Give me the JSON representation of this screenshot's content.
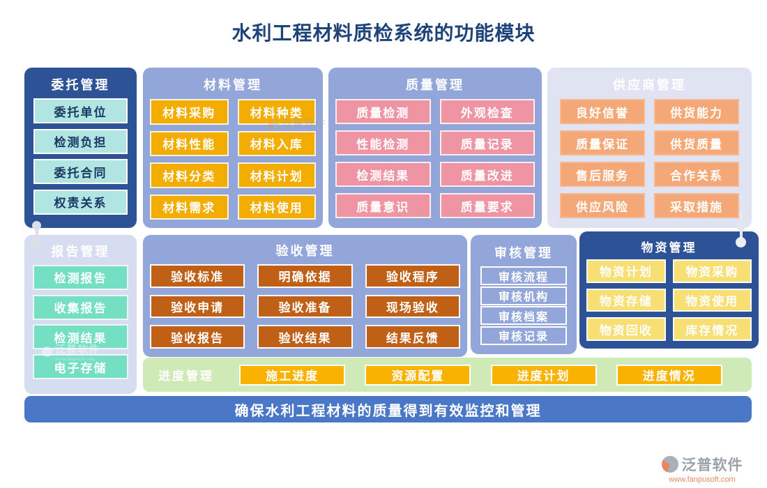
{
  "title": "水利工程材料质检系统的功能模块",
  "banner": "确保水利工程材料的质量得到有效监控和管理",
  "brand": {
    "name": "泛普软件",
    "url": "www.fanpusoft.com",
    "logo_icon": "swoosh-disc-icon"
  },
  "colors": {
    "title_text": "#1d4379",
    "dark_blue_panel": "#2d5295",
    "periwinkle_panel": "#92a6da",
    "lavender_panel": "#dfe3f2",
    "mint_button": "#b0e5e1",
    "yellow_button": "#f2ad00",
    "pink_button": "#ee94a2",
    "orange_button": "#f5a877",
    "teal_button": "#74dfc3",
    "rust_button": "#c05f16",
    "light_yellow_button": "#f7df74",
    "green_strip": "#cfe9b7",
    "banner_blue": "#4a78c7"
  },
  "panels": {
    "weituo": {
      "title": "委托管理",
      "items": [
        "委托单位",
        "检测负担",
        "委托合同",
        "权责关系"
      ]
    },
    "cailiao": {
      "title": "材料管理",
      "items": [
        "材料采购",
        "材料种类",
        "材料性能",
        "材料入库",
        "材料分类",
        "材料计划",
        "材料需求",
        "材料使用"
      ]
    },
    "zhiliang": {
      "title": "质量管理",
      "items": [
        "质量检测",
        "外观检查",
        "性能检测",
        "质量记录",
        "检测结果",
        "质量改进",
        "质量意识",
        "质量要求"
      ]
    },
    "gongyingshang": {
      "title": "供应商管理",
      "items": [
        "良好信誉",
        "供货能力",
        "质量保证",
        "供货质量",
        "售后服务",
        "合作关系",
        "供应风险",
        "采取措施"
      ]
    },
    "baogao": {
      "title": "报告管理",
      "items": [
        "检测报告",
        "收集报告",
        "检测结果",
        "电子存储"
      ]
    },
    "yanshou": {
      "title": "验收管理",
      "items": [
        "验收标准",
        "明确依据",
        "验收程序",
        "验收申请",
        "验收准备",
        "现场验收",
        "验收报告",
        "验收结果",
        "结果反馈"
      ]
    },
    "shenhe": {
      "title": "审核管理",
      "items": [
        "审核流程",
        "审核机构",
        "审核档案",
        "审核记录"
      ]
    },
    "wuzi": {
      "title": "物资管理",
      "items": [
        "物资计划",
        "物资采购",
        "物资存储",
        "物资使用",
        "物资回收",
        "库存情况"
      ]
    },
    "jindu": {
      "title": "进度管理",
      "items": [
        "施工进度",
        "资源配置",
        "进度计划",
        "进度情况"
      ]
    }
  }
}
